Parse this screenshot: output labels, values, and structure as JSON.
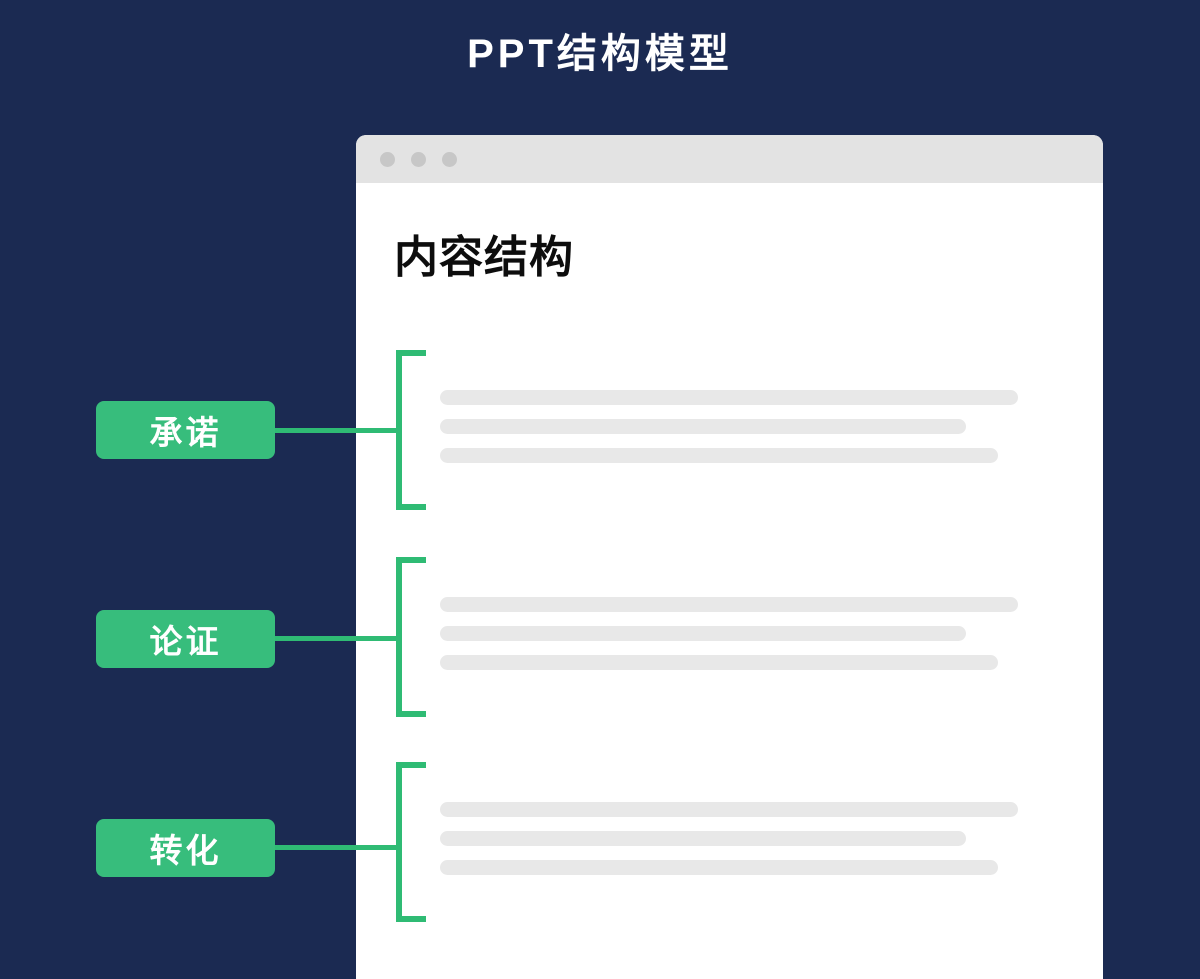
{
  "theme": {
    "background": "#1b2a52",
    "accent_green": "#37bd7c",
    "bracket_green": "#2fbb74",
    "card_background": "#ffffff",
    "titlebar_gray": "#e3e3e3",
    "bar_gray": "#e8e8e8",
    "dot_gray": "#c7c7c7",
    "title_color": "#ffffff",
    "heading_color": "#0d0d0d"
  },
  "header": {
    "title": "PPT结构模型"
  },
  "slide_card": {
    "titlebar": {
      "dots": [
        "window-dot-1",
        "window-dot-2",
        "window-dot-3"
      ]
    },
    "heading": "内容结构",
    "groups": [
      {
        "label": "承诺",
        "bars": [
          578,
          526,
          558
        ]
      },
      {
        "label": "论证",
        "bars": [
          578,
          526,
          558
        ]
      },
      {
        "label": "转化",
        "bars": [
          578,
          526,
          558
        ]
      }
    ]
  }
}
